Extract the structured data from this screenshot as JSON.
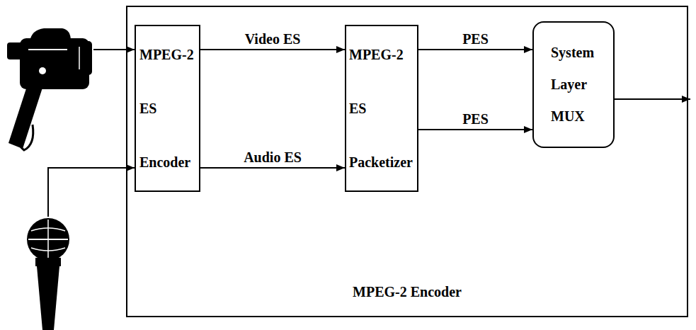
{
  "diagram": {
    "nodes": [
      {
        "text": [
          "MPEG-2 Encoder"
        ]
      },
      {
        "text": [
          "MPEG-2 ES Encoder"
        ],
        "in": 0
      },
      {
        "text": [
          "MPEG-2 ES Packetizer"
        ],
        "in": 0
      },
      {
        "text": [
          "System Layer MUX"
        ],
        "in": 0
      }
    ],
    "edges": [
      {
        "from": 1,
        "to": 2,
        "label": "Video ES",
        "arrow": "to"
      },
      {
        "from": 1,
        "to": 2,
        "label": "Audio ES",
        "arrow": "to"
      },
      {
        "from": 2,
        "to": 3,
        "label": "PES",
        "arrow": "to"
      },
      {
        "from": 2,
        "to": 3,
        "label": "PES",
        "arrow": "to"
      }
    ]
  }
}
